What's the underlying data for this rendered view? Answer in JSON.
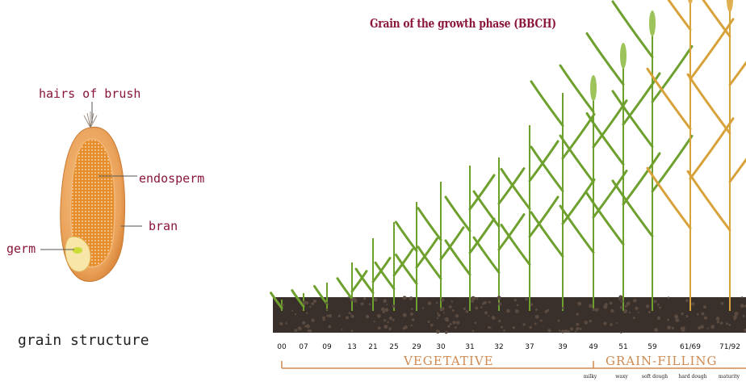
{
  "grain": {
    "labels": {
      "hairs": "hairs of brush",
      "endosperm": "endosperm",
      "bran": "bran",
      "germ": "germ"
    },
    "caption": "grain structure"
  },
  "growth": {
    "title": "Grain of the growth phase (BBCH)",
    "stages": [
      "00",
      "07",
      "09",
      "13",
      "21",
      "25",
      "29",
      "30",
      "31",
      "32",
      "37",
      "39",
      "49",
      "51",
      "59",
      "61/69",
      "71/92"
    ],
    "phases": {
      "vegetative": "VEGETATIVE",
      "grain_filling": "GRAIN-FILLING"
    },
    "sub_stages": [
      "milky",
      "waxy",
      "soft dough",
      "hard dough",
      "maturity"
    ]
  },
  "colors": {
    "label_text": "#8a1538",
    "phase_text": "#d0894f",
    "grain_orange": "#e8923a",
    "soil": "#3a302b",
    "leaf_green": "#6ea02e",
    "ripe_gold": "#d8a23a"
  }
}
